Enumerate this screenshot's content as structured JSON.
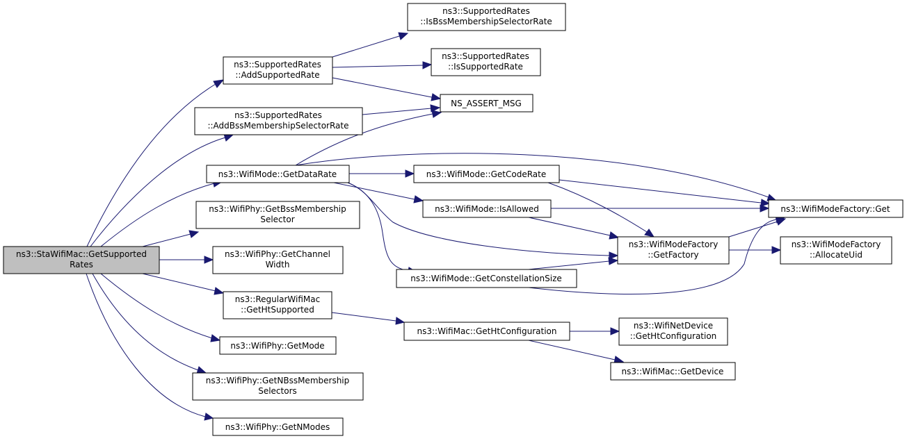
{
  "diagram": {
    "type": "call-graph",
    "nodes": [
      {
        "id": "root",
        "lines": [
          "ns3::StaWifiMac::GetSupported",
          "Rates"
        ],
        "highlighted": true
      },
      {
        "id": "addSupportedRate",
        "lines": [
          "ns3::SupportedRates",
          "::AddSupportedRate"
        ]
      },
      {
        "id": "addBss",
        "lines": [
          "ns3::SupportedRates",
          "::AddBssMembershipSelectorRate"
        ]
      },
      {
        "id": "getDataRate",
        "lines": [
          "ns3::WifiMode::GetDataRate"
        ]
      },
      {
        "id": "phyGetBss",
        "lines": [
          "ns3::WifiPhy::GetBssMembership",
          "Selector"
        ]
      },
      {
        "id": "phyGetChannelWidth",
        "lines": [
          "ns3::WifiPhy::GetChannel",
          "Width"
        ]
      },
      {
        "id": "regularGetHt",
        "lines": [
          "ns3::RegularWifiMac",
          "::GetHtSupported"
        ]
      },
      {
        "id": "phyGetMode",
        "lines": [
          "ns3::WifiPhy::GetMode"
        ]
      },
      {
        "id": "phyGetNBss",
        "lines": [
          "ns3::WifiPhy::GetNBssMembership",
          "Selectors"
        ]
      },
      {
        "id": "phyGetNModes",
        "lines": [
          "ns3::WifiPhy::GetNModes"
        ]
      },
      {
        "id": "isBssSelRate",
        "lines": [
          "ns3::SupportedRates",
          "::IsBssMembershipSelectorRate"
        ]
      },
      {
        "id": "isSupportedRate",
        "lines": [
          "ns3::SupportedRates",
          "::IsSupportedRate"
        ]
      },
      {
        "id": "nsAssert",
        "lines": [
          "NS_ASSERT_MSG"
        ]
      },
      {
        "id": "getCodeRate",
        "lines": [
          "ns3::WifiMode::GetCodeRate"
        ]
      },
      {
        "id": "isAllowed",
        "lines": [
          "ns3::WifiMode::IsAllowed"
        ]
      },
      {
        "id": "getConstellation",
        "lines": [
          "ns3::WifiMode::GetConstellationSize"
        ]
      },
      {
        "id": "macGetHtConfig",
        "lines": [
          "ns3::WifiMac::GetHtConfiguration"
        ]
      },
      {
        "id": "factoryGet",
        "lines": [
          "ns3::WifiModeFactory::Get"
        ]
      },
      {
        "id": "getFactory",
        "lines": [
          "ns3::WifiModeFactory",
          "::GetFactory"
        ]
      },
      {
        "id": "allocateUid",
        "lines": [
          "ns3::WifiModeFactory",
          "::AllocateUid"
        ]
      },
      {
        "id": "netDevGetHt",
        "lines": [
          "ns3::WifiNetDevice",
          "::GetHtConfiguration"
        ]
      },
      {
        "id": "macGetDevice",
        "lines": [
          "ns3::WifiMac::GetDevice"
        ]
      }
    ],
    "edges": [
      {
        "from": "root",
        "to": "addSupportedRate"
      },
      {
        "from": "root",
        "to": "addBss"
      },
      {
        "from": "root",
        "to": "getDataRate"
      },
      {
        "from": "root",
        "to": "phyGetBss"
      },
      {
        "from": "root",
        "to": "phyGetChannelWidth"
      },
      {
        "from": "root",
        "to": "regularGetHt"
      },
      {
        "from": "root",
        "to": "phyGetMode"
      },
      {
        "from": "root",
        "to": "phyGetNBss"
      },
      {
        "from": "root",
        "to": "phyGetNModes"
      },
      {
        "from": "addSupportedRate",
        "to": "isBssSelRate"
      },
      {
        "from": "addSupportedRate",
        "to": "isSupportedRate"
      },
      {
        "from": "addSupportedRate",
        "to": "nsAssert"
      },
      {
        "from": "addBss",
        "to": "nsAssert"
      },
      {
        "from": "getDataRate",
        "to": "nsAssert"
      },
      {
        "from": "getDataRate",
        "to": "getCodeRate"
      },
      {
        "from": "getDataRate",
        "to": "isAllowed"
      },
      {
        "from": "getDataRate",
        "to": "getConstellation"
      },
      {
        "from": "getDataRate",
        "to": "factoryGet"
      },
      {
        "from": "getDataRate",
        "to": "getFactory"
      },
      {
        "from": "getCodeRate",
        "to": "factoryGet"
      },
      {
        "from": "getCodeRate",
        "to": "getFactory"
      },
      {
        "from": "isAllowed",
        "to": "factoryGet"
      },
      {
        "from": "isAllowed",
        "to": "getFactory"
      },
      {
        "from": "getConstellation",
        "to": "getFactory"
      },
      {
        "from": "getConstellation",
        "to": "factoryGet"
      },
      {
        "from": "getFactory",
        "to": "factoryGet"
      },
      {
        "from": "getFactory",
        "to": "allocateUid"
      },
      {
        "from": "regularGetHt",
        "to": "macGetHtConfig"
      },
      {
        "from": "macGetHtConfig",
        "to": "netDevGetHt"
      },
      {
        "from": "macGetHtConfig",
        "to": "macGetDevice"
      }
    ],
    "colors": {
      "edge": "#191970",
      "highlight_fill": "#bfbfbf",
      "node_fill": "#ffffff",
      "node_border": "#000000"
    }
  }
}
